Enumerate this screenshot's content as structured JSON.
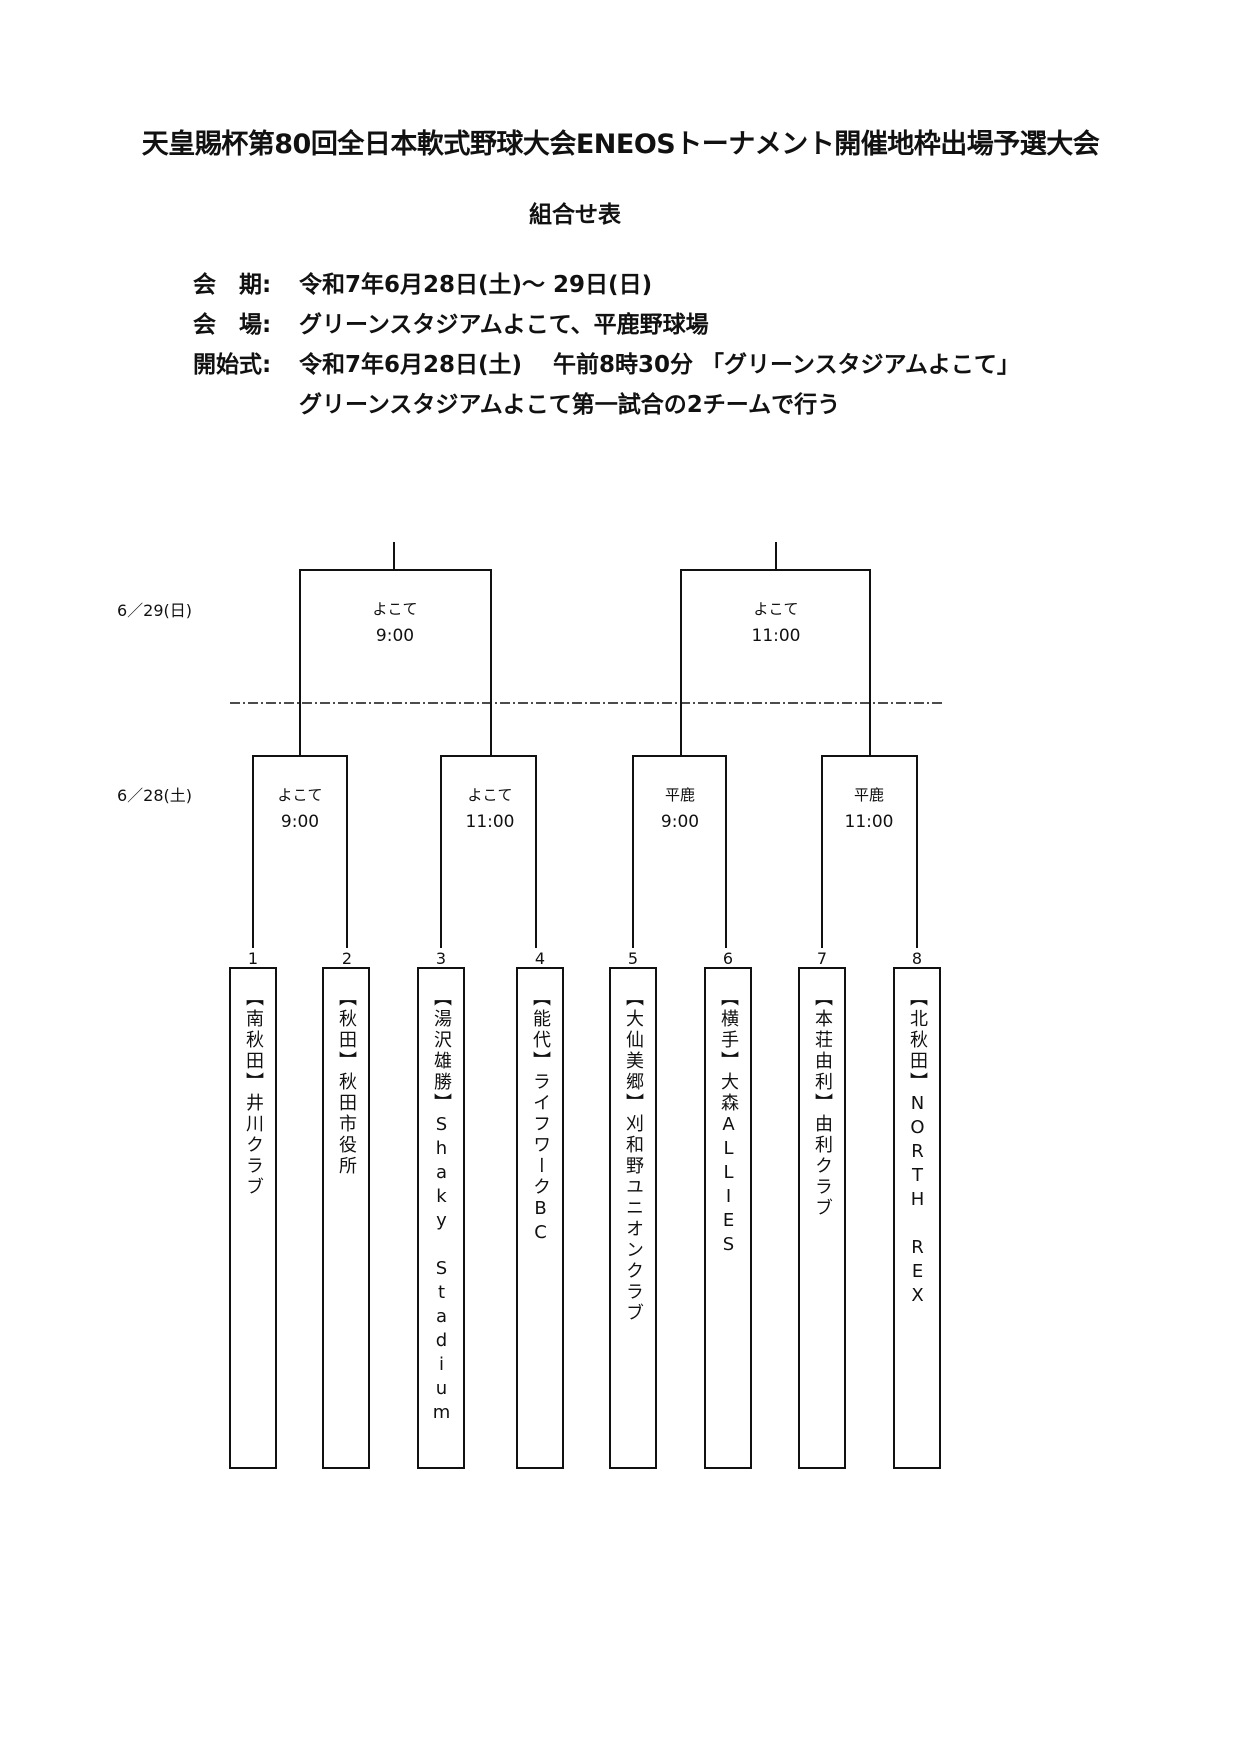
{
  "title": "天皇賜杯第80回全日本軟式野球大会ENEOSトーナメント開催地枠出場予選大会",
  "subtitle": "組合せ表",
  "info": {
    "period_label": "会　期:",
    "period_value": "令和7年6月28日(土)～ 29日(日)",
    "venue_label": "会　場:",
    "venue_value": "グリーンスタジアムよこて、平鹿野球場",
    "opening_label": "開始式:",
    "opening_value": "令和7年6月28日(土)　 午前8時30分 「グリーンスタジアムよこて」",
    "opening_note": "グリーンスタジアムよこて第一試合の2チームで行う"
  },
  "dates": {
    "day2": "6／29(日)",
    "day1": "6／28(土)"
  },
  "semifinals": [
    {
      "venue": "よこて",
      "time": "9:00"
    },
    {
      "venue": "よこて",
      "time": "11:00"
    }
  ],
  "first_round": [
    {
      "venue": "よこて",
      "time": "9:00"
    },
    {
      "venue": "よこて",
      "time": "11:00"
    },
    {
      "venue": "平鹿",
      "time": "9:00"
    },
    {
      "venue": "平鹿",
      "time": "11:00"
    }
  ],
  "teams": [
    {
      "number": "1",
      "name": "【南秋田】井川クラブ"
    },
    {
      "number": "2",
      "name": "【秋田】秋田市役所"
    },
    {
      "number": "3",
      "name": "【湯沢雄勝】Shaky Stadium"
    },
    {
      "number": "4",
      "name": "【能代】ライフワークBC"
    },
    {
      "number": "5",
      "name": "【大仙美郷】刈和野ユニオンクラブ"
    },
    {
      "number": "6",
      "name": "【横手】大森ALLIES"
    },
    {
      "number": "7",
      "name": "【本荘由利】由利クラブ"
    },
    {
      "number": "8",
      "name": "【北秋田】NORTH REX"
    }
  ]
}
